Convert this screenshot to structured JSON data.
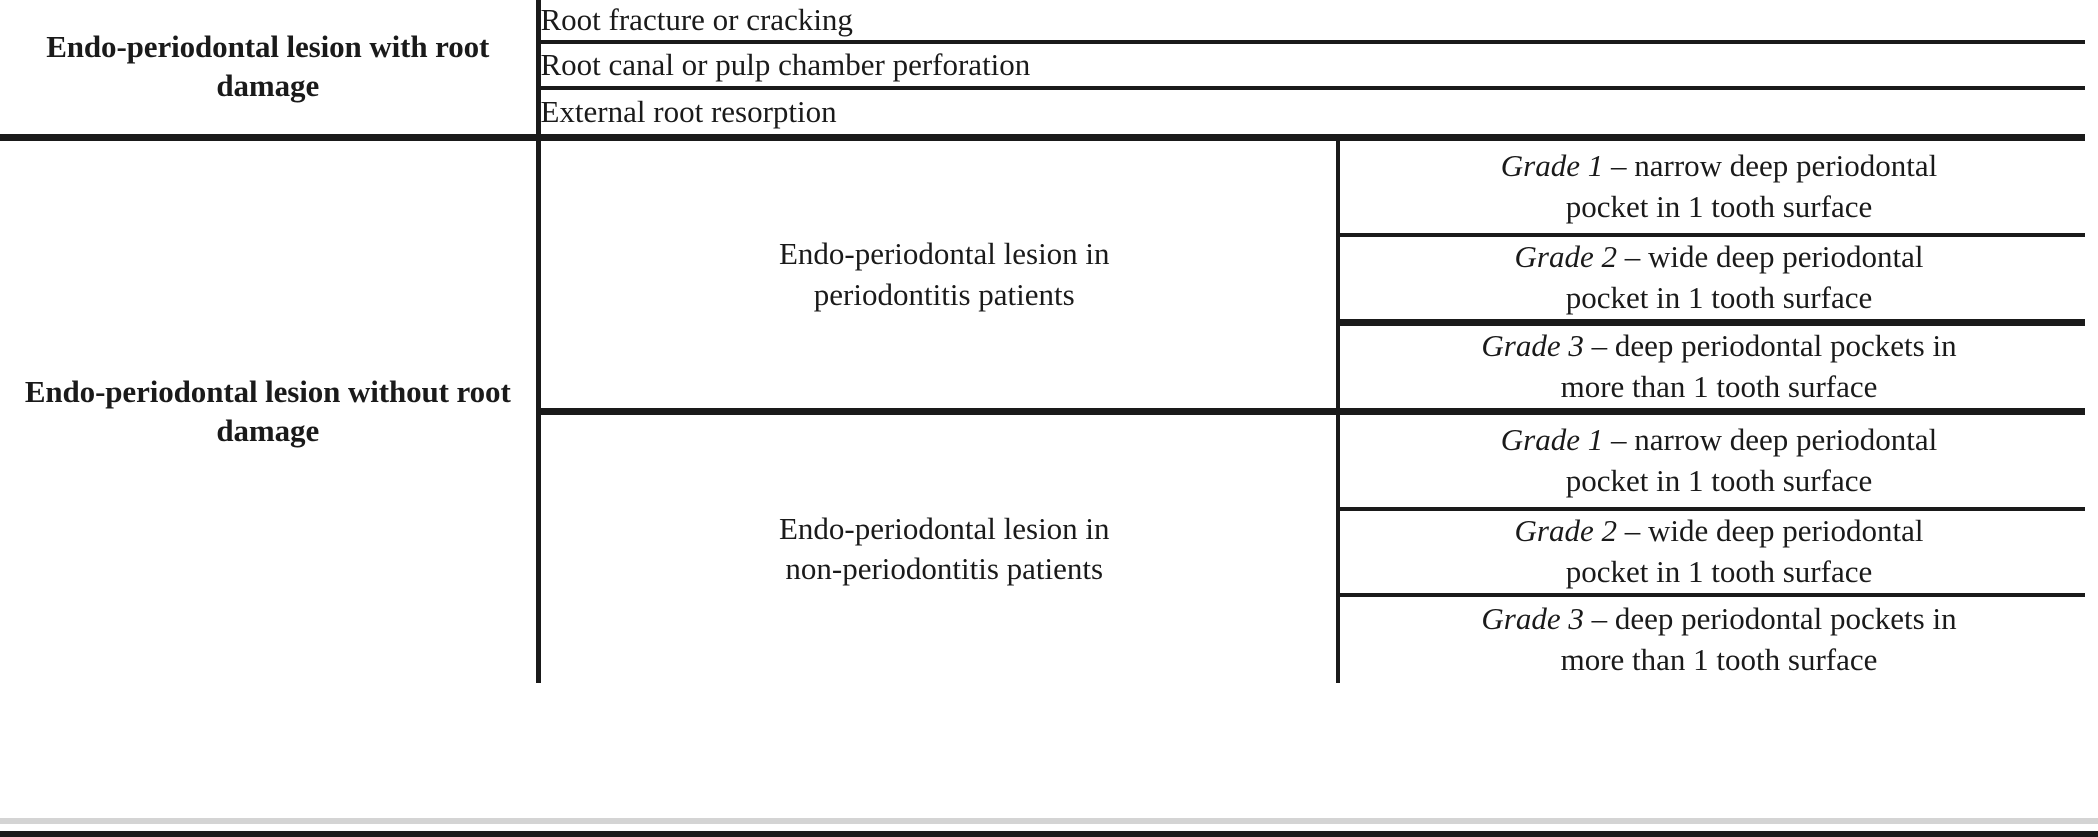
{
  "table": {
    "colors": {
      "category_background": "#e8e8e8",
      "rule": "#1a1a1a",
      "page_background": "#ffffff",
      "footer_strip": "#d4d4d4"
    },
    "groups": [
      {
        "label": "Endo-periodontal lesion with root damage",
        "rows": [
          {
            "condition": "Root fracture or cracking"
          },
          {
            "condition": "Root canal or pulp chamber perforation"
          },
          {
            "condition": "External root resorption"
          }
        ]
      },
      {
        "label": "Endo-periodontal lesion without root damage",
        "subgroups": [
          {
            "condition_line_1": "Endo-periodontal lesion in",
            "condition_line_2": "periodontitis patients",
            "grades": [
              {
                "label": "Grade 1",
                "dash": " – ",
                "description_line_1": "narrow deep periodontal",
                "description_line_2": "pocket in 1 tooth surface"
              },
              {
                "label": "Grade 2",
                "dash": " – ",
                "description_line_1": "wide deep periodontal",
                "description_line_2": "pocket in 1 tooth surface"
              },
              {
                "label": "Grade 3",
                "dash": " – ",
                "description_line_1": "deep periodontal pockets in",
                "description_line_2": "more than 1 tooth surface"
              }
            ]
          },
          {
            "condition_line_1": "Endo-periodontal lesion in",
            "condition_line_2": "non-periodontitis patients",
            "grades": [
              {
                "label": "Grade 1",
                "dash": " – ",
                "description_line_1": "narrow deep periodontal",
                "description_line_2": "pocket in 1 tooth surface"
              },
              {
                "label": "Grade 2",
                "dash": " – ",
                "description_line_1": "wide deep periodontal",
                "description_line_2": "pocket in 1 tooth surface"
              },
              {
                "label": "Grade 3",
                "dash": " – ",
                "description_line_1": "deep periodontal pockets in",
                "description_line_2": "more than 1 tooth surface"
              }
            ]
          }
        ]
      }
    ]
  }
}
